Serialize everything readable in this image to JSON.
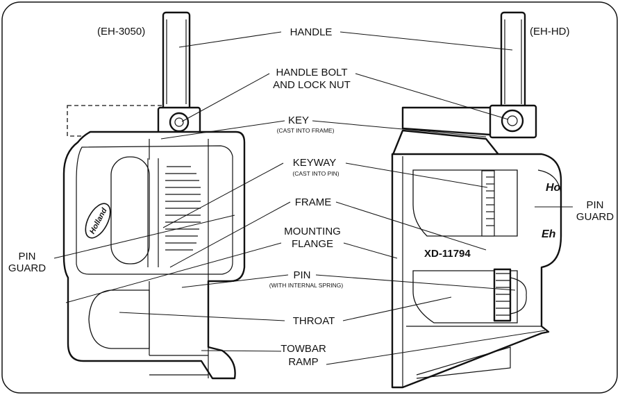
{
  "left_model": "(EH-3050)",
  "right_model": "(EH-HD)",
  "labels": {
    "handle": "HANDLE",
    "handle_bolt_1": "HANDLE BOLT",
    "handle_bolt_2": "AND LOCK NUT",
    "key": "KEY",
    "key_sub": "(CAST INTO FRAME)",
    "keyway": "KEYWAY",
    "keyway_sub": "(CAST INTO PIN)",
    "frame": "FRAME",
    "mounting_1": "MOUNTING",
    "mounting_2": "FLANGE",
    "pin": "PIN",
    "pin_sub": "(WITH INTERNAL SPRING)",
    "throat": "THROAT",
    "towbar_1": "TOWBAR",
    "towbar_2": "RAMP",
    "pin_guard_left_1": "PIN",
    "pin_guard_left_2": "GUARD",
    "pin_guard_right_1": "PIN",
    "pin_guard_right_2": "GUARD"
  },
  "part_number": "XD-11794",
  "brand_logo": "Holland"
}
